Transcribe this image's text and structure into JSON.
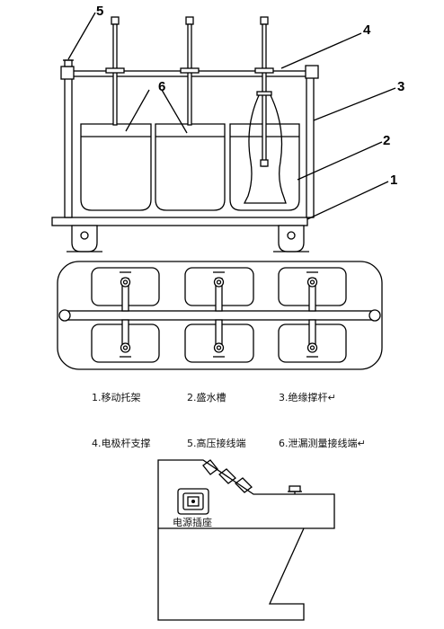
{
  "callouts": [
    "1",
    "2",
    "3",
    "4",
    "5",
    "6"
  ],
  "legend": [
    "1.移动托架",
    "2.盛水槽",
    "3.绝缘撑杆↵",
    "4.电极杆支撑",
    "5.高压接线端",
    "6.泄漏测量接线端↵"
  ],
  "power_label": "电源插座"
}
